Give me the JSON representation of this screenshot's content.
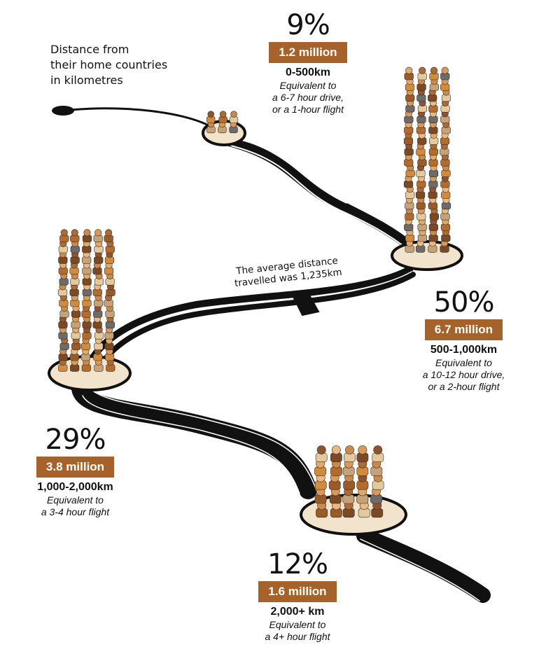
{
  "intro": {
    "lines": [
      "Distance from",
      "their home countries",
      "in kilometres"
    ]
  },
  "average": {
    "lines": [
      "The average distance",
      "travelled was 1,235km"
    ]
  },
  "groups": [
    {
      "percent": "9%",
      "people": "1.2 million",
      "range": "0-500km",
      "equivalent": [
        "Equivalent to",
        "a 6-7 hour drive,",
        "or a 1-hour flight"
      ]
    },
    {
      "percent": "50%",
      "people": "6.7 million",
      "range": "500-1,000km",
      "equivalent": [
        "Equivalent to",
        "a 10-12 hour drive,",
        "or a 2-hour flight"
      ]
    },
    {
      "percent": "29%",
      "people": "3.8 million",
      "range": "1,000-2,000km",
      "equivalent": [
        "Equivalent to",
        "a 3-4 hour flight"
      ]
    },
    {
      "percent": "12%",
      "people": "1.6 million",
      "range": "2,000+ km",
      "equivalent": [
        "Equivalent to",
        "a 4+ hour flight"
      ]
    }
  ],
  "colors": {
    "accent": "#a5622a",
    "platform": "#f2e4cc",
    "road": "#111111"
  }
}
